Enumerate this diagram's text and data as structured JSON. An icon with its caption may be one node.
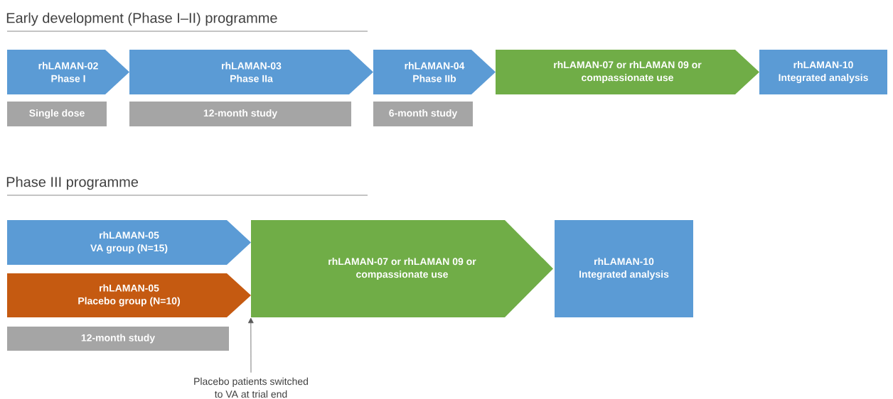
{
  "diagram": {
    "nodes": [
      {
        "text": [
          "rhLAMAN-02",
          "Phase I"
        ]
      },
      {
        "text": [
          "Single dose"
        ]
      },
      {
        "text": [
          "rhLAMAN-03",
          "Phase IIa"
        ]
      },
      {
        "text": [
          "12-month study"
        ]
      },
      {
        "text": [
          "rhLAMAN-04",
          "Phase IIb"
        ]
      },
      {
        "text": [
          "6-month study"
        ]
      },
      {
        "text": [
          "rhLAMAN-07 or rhLAMAN 09 or compassionate use"
        ]
      },
      {
        "text": [
          "rhLAMAN-10",
          "Integrated analysis"
        ]
      },
      {
        "text": [
          "rhLAMAN-05",
          "VA group (N=15)"
        ]
      },
      {
        "text": [
          "rhLAMAN-05",
          "Placebo group (N=10)"
        ]
      },
      {
        "text": [
          "12-month study"
        ]
      },
      {
        "text": [
          "rhLAMAN-07 or rhLAMAN 09 or compassionate use"
        ]
      },
      {
        "text": [
          "rhLAMAN-10",
          "Integrated analysis"
        ]
      },
      {
        "text": [
          "Placebo patients switched to VA at trial end"
        ]
      }
    ],
    "edges": [
      {
        "from": 13,
        "to": 11,
        "arrow": "to"
      }
    ],
    "labels": [
      "Early development (Phase I–II) programme",
      "Phase III programme"
    ]
  }
}
